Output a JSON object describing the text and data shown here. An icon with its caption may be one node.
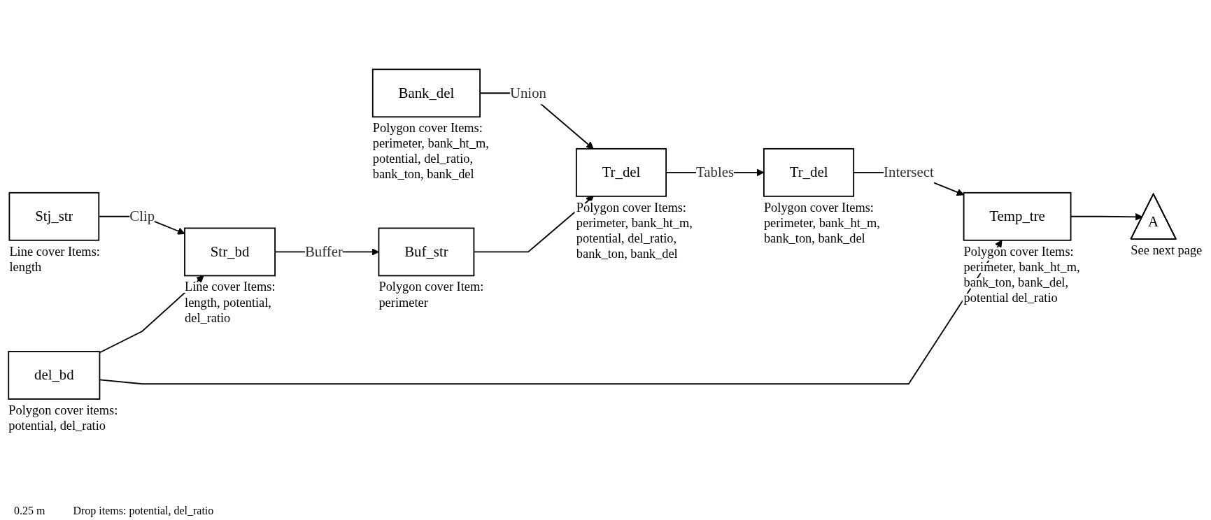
{
  "diagram": {
    "nodes": [
      {
        "text": [
          "Stj_str"
        ],
        "beside": [
          "Line cover Items: length"
        ]
      },
      {
        "text": [
          "del_bd"
        ],
        "beside": [
          "Polygon cover items: potential, del_ratio"
        ]
      },
      {
        "text": [
          "Str_bd"
        ],
        "beside": [
          "Line cover Items: length, potential, del_ratio"
        ]
      },
      {
        "text": [
          "Bank_del"
        ],
        "beside": [
          "Polygon cover Items: perimeter, bank_ht_m, potential, del_ratio, bank_ton, bank_del"
        ]
      },
      {
        "text": [
          "Buf_str"
        ],
        "beside": [
          "Polygon cover Item: perimeter"
        ]
      },
      {
        "text": [
          "Tr_del"
        ],
        "beside": [
          "Polygon cover Items: perimeter, bank_ht_m, potential, del_ratio, bank_ton, bank_del"
        ]
      },
      {
        "text": [
          "Tr_del"
        ],
        "beside": [
          "Polygon cover Items: perimeter, bank_ht_m, bank_ton, bank_del"
        ]
      },
      {
        "text": [
          "Temp_tre"
        ],
        "beside": [
          "Polygon cover Items: perimeter, bank_ht_m, bank_ton, bank_del, potential del_ratio"
        ]
      },
      {
        "text": [
          "A"
        ],
        "beside": [
          "See next page"
        ]
      }
    ],
    "edges": [
      {
        "from": 0,
        "to": 2,
        "arrow": "to",
        "label": "Clip"
      },
      {
        "from": 1,
        "to": 2,
        "arrow": "to"
      },
      {
        "from": 2,
        "to": 4,
        "arrow": "to",
        "label": "Buffer"
      },
      {
        "from": 3,
        "to": 5,
        "arrow": "to",
        "label": "Union"
      },
      {
        "from": 4,
        "to": 5,
        "arrow": "to"
      },
      {
        "from": 5,
        "to": 6,
        "arrow": "to",
        "label": "Tables"
      },
      {
        "from": 6,
        "to": 7,
        "arrow": "to",
        "label": "Intersect"
      },
      {
        "from": 1,
        "to": 7,
        "arrow": "to"
      },
      {
        "from": 7,
        "to": 8,
        "arrow": "to"
      }
    ],
    "labels": [
      "0.25 m",
      "Drop items: potential, del_ratio"
    ]
  }
}
